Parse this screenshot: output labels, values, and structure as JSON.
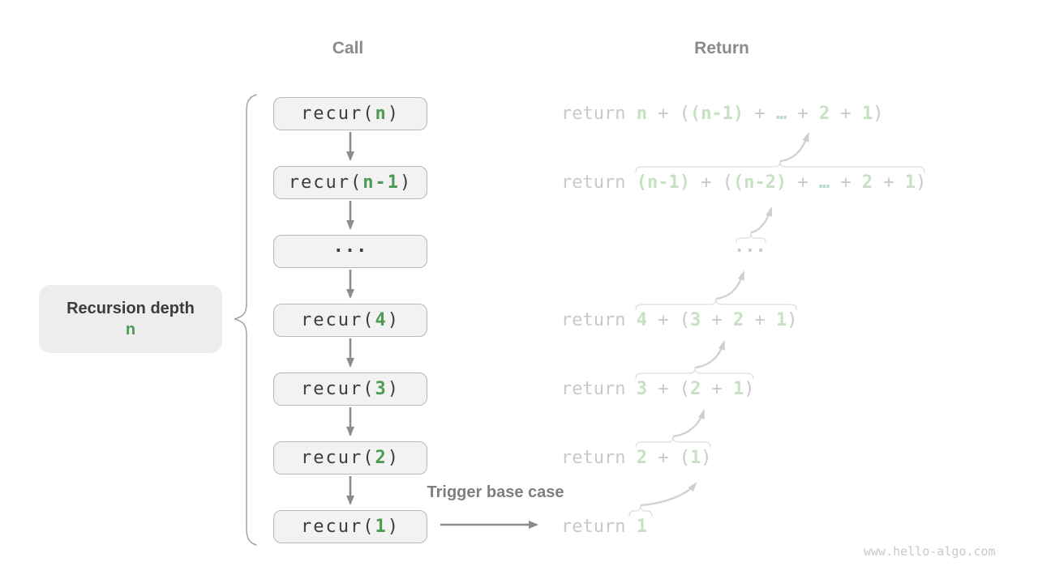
{
  "headers": {
    "call": "Call",
    "return": "Return"
  },
  "depth_label": {
    "title": "Recursion depth",
    "value": "n"
  },
  "labels": {
    "trigger": "Trigger base case"
  },
  "watermark": "www.hello-algo.com",
  "colors": {
    "accent_green": "#4d9b52",
    "light_green": "#c8e0c4",
    "faded_gray_text": "#c9c9c9",
    "dark_code_text": "#3d3d3d",
    "box_fill": "#f2f2f3",
    "box_border": "#b7b7b7",
    "arrow_gray": "#8c8c8c",
    "faded_arrow": "#d2d2d2"
  },
  "call_boxes": [
    {
      "segments": [
        {
          "t": "recur(",
          "c": "code"
        },
        {
          "t": "n",
          "c": "green"
        },
        {
          "t": ")",
          "c": "code"
        }
      ]
    },
    {
      "segments": [
        {
          "t": "recur(",
          "c": "code"
        },
        {
          "t": "n-1",
          "c": "green"
        },
        {
          "t": ")",
          "c": "code"
        }
      ]
    },
    {
      "segments": [
        {
          "t": "...",
          "c": "code"
        }
      ]
    },
    {
      "segments": [
        {
          "t": "recur(",
          "c": "code"
        },
        {
          "t": "4",
          "c": "green"
        },
        {
          "t": ")",
          "c": "code"
        }
      ]
    },
    {
      "segments": [
        {
          "t": "recur(",
          "c": "code"
        },
        {
          "t": "3",
          "c": "green"
        },
        {
          "t": ")",
          "c": "code"
        }
      ]
    },
    {
      "segments": [
        {
          "t": "recur(",
          "c": "code"
        },
        {
          "t": "2",
          "c": "green"
        },
        {
          "t": ")",
          "c": "code"
        }
      ]
    },
    {
      "segments": [
        {
          "t": "recur(",
          "c": "code"
        },
        {
          "t": "1",
          "c": "green"
        },
        {
          "t": ")",
          "c": "code"
        }
      ]
    }
  ],
  "return_rows": [
    {
      "segments": [
        {
          "t": "return ",
          "c": "g"
        },
        {
          "t": "n",
          "c": "v"
        },
        {
          "t": " + (",
          "c": "g"
        },
        {
          "t": "(n-1)",
          "c": "v"
        },
        {
          "t": " + ",
          "c": "g"
        },
        {
          "t": "…",
          "c": "e"
        },
        {
          "t": " + ",
          "c": "g"
        },
        {
          "t": "2",
          "c": "v"
        },
        {
          "t": " + ",
          "c": "g"
        },
        {
          "t": "1",
          "c": "v"
        },
        {
          "t": ")",
          "c": "g"
        }
      ]
    },
    {
      "segments": [
        {
          "t": "return ",
          "c": "g"
        },
        {
          "t": "(n-1)",
          "c": "v"
        },
        {
          "t": " + (",
          "c": "g"
        },
        {
          "t": "(n-2)",
          "c": "v"
        },
        {
          "t": " + ",
          "c": "g"
        },
        {
          "t": "…",
          "c": "e"
        },
        {
          "t": " + ",
          "c": "g"
        },
        {
          "t": "2",
          "c": "v"
        },
        {
          "t": " + ",
          "c": "g"
        },
        {
          "t": "1",
          "c": "v"
        },
        {
          "t": ")",
          "c": "g"
        }
      ]
    },
    {
      "segments": [
        {
          "t": "...",
          "c": "g"
        }
      ]
    },
    {
      "segments": [
        {
          "t": "return ",
          "c": "g"
        },
        {
          "t": "4",
          "c": "v"
        },
        {
          "t": " + (",
          "c": "g"
        },
        {
          "t": "3",
          "c": "v"
        },
        {
          "t": " + ",
          "c": "g"
        },
        {
          "t": "2",
          "c": "v"
        },
        {
          "t": " + ",
          "c": "g"
        },
        {
          "t": "1",
          "c": "v"
        },
        {
          "t": ")",
          "c": "g"
        }
      ]
    },
    {
      "segments": [
        {
          "t": "return ",
          "c": "g"
        },
        {
          "t": "3",
          "c": "v"
        },
        {
          "t": " + (",
          "c": "g"
        },
        {
          "t": "2",
          "c": "v"
        },
        {
          "t": " + ",
          "c": "g"
        },
        {
          "t": "1",
          "c": "v"
        },
        {
          "t": ")",
          "c": "g"
        }
      ]
    },
    {
      "segments": [
        {
          "t": "return ",
          "c": "g"
        },
        {
          "t": "2",
          "c": "v"
        },
        {
          "t": " + (",
          "c": "g"
        },
        {
          "t": "1",
          "c": "v"
        },
        {
          "t": ")",
          "c": "g"
        }
      ]
    },
    {
      "segments": [
        {
          "t": "return ",
          "c": "g"
        },
        {
          "t": "1",
          "c": "v"
        }
      ]
    }
  ]
}
